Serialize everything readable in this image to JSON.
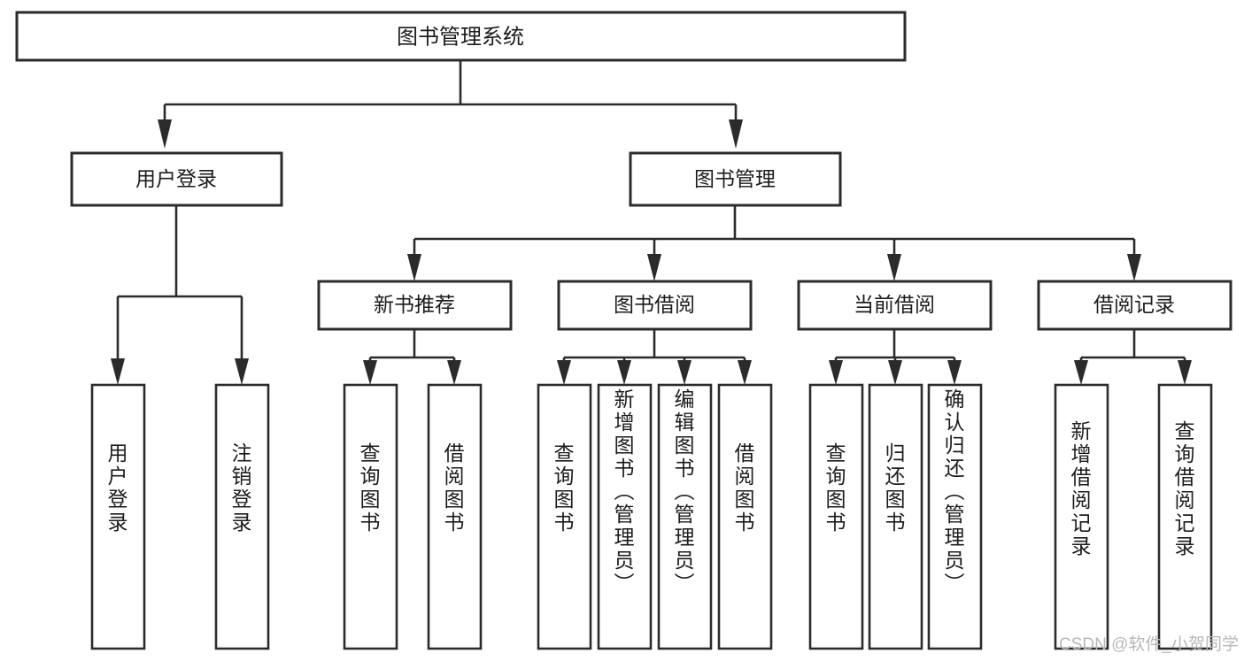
{
  "diagram": {
    "title": "图书管理系统",
    "type": "tree",
    "root": {
      "id": "root",
      "label": "图书管理系统",
      "orientation": "horizontal"
    },
    "level2": [
      {
        "id": "user-login",
        "label": "用户登录",
        "orientation": "horizontal"
      },
      {
        "id": "book-manage",
        "label": "图书管理",
        "orientation": "horizontal"
      }
    ],
    "level3": [
      {
        "id": "new-book-recommend",
        "label": "新书推荐",
        "orientation": "horizontal",
        "parent": "book-manage"
      },
      {
        "id": "book-borrow",
        "label": "图书借阅",
        "orientation": "horizontal",
        "parent": "book-manage"
      },
      {
        "id": "current-borrow",
        "label": "当前借阅",
        "orientation": "horizontal",
        "parent": "book-manage"
      },
      {
        "id": "borrow-record",
        "label": "借阅记录",
        "orientation": "horizontal",
        "parent": "book-manage"
      }
    ],
    "leaves": {
      "user-login": [
        {
          "id": "leaf-user-login",
          "label": "用户登录",
          "orientation": "vertical"
        },
        {
          "id": "leaf-user-logout",
          "label": "注销登录",
          "orientation": "vertical"
        }
      ],
      "new-book-recommend": [
        {
          "id": "leaf-query-book-1",
          "label": "查询图书",
          "orientation": "vertical"
        },
        {
          "id": "leaf-borrow-book-1",
          "label": "借阅图书",
          "orientation": "vertical"
        }
      ],
      "book-borrow": [
        {
          "id": "leaf-query-book-2",
          "label": "查询图书",
          "orientation": "vertical"
        },
        {
          "id": "leaf-add-book",
          "label": "新增图书（管理员）",
          "orientation": "vertical"
        },
        {
          "id": "leaf-edit-book",
          "label": "编辑图书（管理员）",
          "orientation": "vertical"
        },
        {
          "id": "leaf-borrow-book-2",
          "label": "借阅图书",
          "orientation": "vertical"
        }
      ],
      "current-borrow": [
        {
          "id": "leaf-query-book-3",
          "label": "查询图书",
          "orientation": "vertical"
        },
        {
          "id": "leaf-return-book",
          "label": "归还图书",
          "orientation": "vertical"
        },
        {
          "id": "leaf-confirm-return",
          "label": "确认归还（管理员）",
          "orientation": "vertical"
        }
      ],
      "borrow-record": [
        {
          "id": "leaf-add-record",
          "label": "新增借阅记录",
          "orientation": "vertical"
        },
        {
          "id": "leaf-query-record",
          "label": "查询借阅记录",
          "orientation": "vertical"
        }
      ]
    }
  },
  "watermark": {
    "text": "CSDN @软件_小贺同学"
  },
  "colors": {
    "stroke": "#2b2b2b",
    "box_fill": "#ffffff",
    "text": "#1c1c1c",
    "watermark": "#b8b8b8",
    "background": "#ffffff"
  }
}
